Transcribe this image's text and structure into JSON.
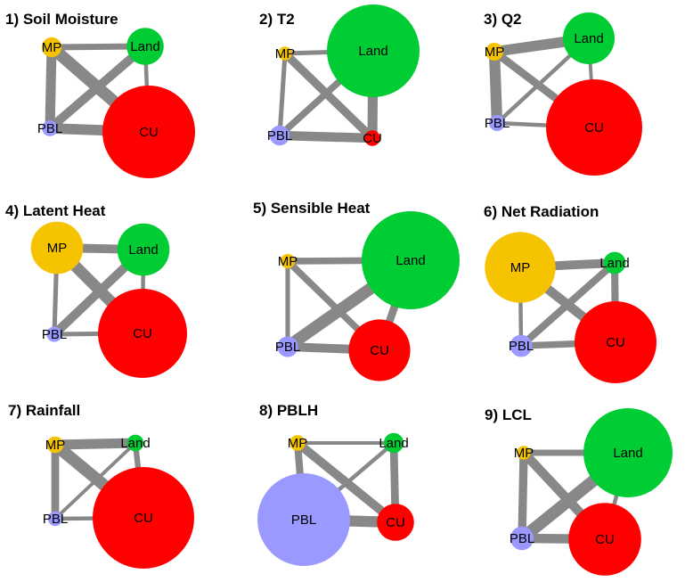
{
  "colors": {
    "MP": "#f6c300",
    "Land": "#00cc33",
    "CU": "#ff0000",
    "PBL": "#9999ff",
    "edge": "#888888"
  },
  "panels": [
    {
      "title": "1) Soil Moisture",
      "nodes": [
        {
          "id": "MP",
          "label": "MP",
          "size": 0.15
        },
        {
          "id": "Land",
          "label": "Land",
          "size": 0.35
        },
        {
          "id": "PBL",
          "label": "PBL",
          "size": 0.1
        },
        {
          "id": "CU",
          "label": "CU",
          "size": 1.0
        }
      ],
      "edges": [
        {
          "a": "MP",
          "b": "Land",
          "weight": 0.45
        },
        {
          "a": "MP",
          "b": "PBL",
          "weight": 0.8
        },
        {
          "a": "MP",
          "b": "CU",
          "weight": 1.0
        },
        {
          "a": "PBL",
          "b": "Land",
          "weight": 0.7
        },
        {
          "a": "PBL",
          "b": "CU",
          "weight": 0.85
        },
        {
          "a": "Land",
          "b": "CU",
          "weight": 0.25
        }
      ]
    },
    {
      "title": "2) T2",
      "nodes": [
        {
          "id": "MP",
          "label": "MP",
          "size": 0.08
        },
        {
          "id": "Land",
          "label": "Land",
          "size": 1.0
        },
        {
          "id": "PBL",
          "label": "PBL",
          "size": 0.15
        },
        {
          "id": "CU",
          "label": "CU",
          "size": 0.1
        }
      ],
      "edges": [
        {
          "a": "MP",
          "b": "Land",
          "weight": 0.3
        },
        {
          "a": "MP",
          "b": "PBL",
          "weight": 0.3
        },
        {
          "a": "MP",
          "b": "CU",
          "weight": 0.65
        },
        {
          "a": "PBL",
          "b": "Land",
          "weight": 0.5
        },
        {
          "a": "PBL",
          "b": "CU",
          "weight": 0.75
        },
        {
          "a": "Land",
          "b": "CU",
          "weight": 0.8
        }
      ]
    },
    {
      "title": "3) Q2",
      "nodes": [
        {
          "id": "MP",
          "label": "MP",
          "size": 0.12
        },
        {
          "id": "Land",
          "label": "Land",
          "size": 0.5
        },
        {
          "id": "PBL",
          "label": "PBL",
          "size": 0.1
        },
        {
          "id": "CU",
          "label": "CU",
          "size": 1.0
        }
      ],
      "edges": [
        {
          "a": "MP",
          "b": "Land",
          "weight": 0.85
        },
        {
          "a": "MP",
          "b": "PBL",
          "weight": 0.9
        },
        {
          "a": "MP",
          "b": "CU",
          "weight": 0.6
        },
        {
          "a": "PBL",
          "b": "Land",
          "weight": 0.25
        },
        {
          "a": "PBL",
          "b": "CU",
          "weight": 0.25
        },
        {
          "a": "Land",
          "b": "CU",
          "weight": 0.2
        }
      ]
    },
    {
      "title": "4) Latent Heat",
      "nodes": [
        {
          "id": "MP",
          "label": "MP",
          "size": 0.55
        },
        {
          "id": "Land",
          "label": "Land",
          "size": 0.55
        },
        {
          "id": "PBL",
          "label": "PBL",
          "size": 0.1
        },
        {
          "id": "CU",
          "label": "CU",
          "size": 1.0
        }
      ],
      "edges": [
        {
          "a": "MP",
          "b": "Land",
          "weight": 0.7
        },
        {
          "a": "MP",
          "b": "PBL",
          "weight": 0.3
        },
        {
          "a": "MP",
          "b": "CU",
          "weight": 0.95
        },
        {
          "a": "PBL",
          "b": "Land",
          "weight": 0.7
        },
        {
          "a": "PBL",
          "b": "CU",
          "weight": 0.3
        },
        {
          "a": "Land",
          "b": "CU",
          "weight": 0.25
        }
      ]
    },
    {
      "title": "5) Sensible Heat",
      "nodes": [
        {
          "id": "MP",
          "label": "MP",
          "size": 0.08
        },
        {
          "id": "Land",
          "label": "Land",
          "size": 1.0
        },
        {
          "id": "PBL",
          "label": "PBL",
          "size": 0.15
        },
        {
          "id": "CU",
          "label": "CU",
          "size": 0.6
        }
      ],
      "edges": [
        {
          "a": "MP",
          "b": "Land",
          "weight": 0.5
        },
        {
          "a": "MP",
          "b": "PBL",
          "weight": 0.3
        },
        {
          "a": "MP",
          "b": "CU",
          "weight": 0.5
        },
        {
          "a": "PBL",
          "b": "Land",
          "weight": 1.0
        },
        {
          "a": "PBL",
          "b": "CU",
          "weight": 0.7
        },
        {
          "a": "Land",
          "b": "CU",
          "weight": 0.6
        }
      ]
    },
    {
      "title": "6) Net Radiation",
      "nodes": [
        {
          "id": "MP",
          "label": "MP",
          "size": 0.85
        },
        {
          "id": "Land",
          "label": "Land",
          "size": 0.2
        },
        {
          "id": "PBL",
          "label": "PBL",
          "size": 0.2
        },
        {
          "id": "CU",
          "label": "CU",
          "size": 1.0
        }
      ],
      "edges": [
        {
          "a": "MP",
          "b": "Land",
          "weight": 0.7
        },
        {
          "a": "MP",
          "b": "PBL",
          "weight": 0.25
        },
        {
          "a": "MP",
          "b": "CU",
          "weight": 0.75
        },
        {
          "a": "PBL",
          "b": "Land",
          "weight": 0.55
        },
        {
          "a": "PBL",
          "b": "CU",
          "weight": 0.5
        },
        {
          "a": "Land",
          "b": "CU",
          "weight": 0.55
        }
      ]
    },
    {
      "title": "7) Rainfall",
      "nodes": [
        {
          "id": "MP",
          "label": "MP",
          "size": 0.1
        },
        {
          "id": "Land",
          "label": "Land",
          "size": 0.1
        },
        {
          "id": "PBL",
          "label": "PBL",
          "size": 0.08
        },
        {
          "id": "CU",
          "label": "CU",
          "size": 1.0
        }
      ],
      "edges": [
        {
          "a": "MP",
          "b": "Land",
          "weight": 0.8
        },
        {
          "a": "MP",
          "b": "PBL",
          "weight": 0.6
        },
        {
          "a": "MP",
          "b": "CU",
          "weight": 1.0
        },
        {
          "a": "PBL",
          "b": "Land",
          "weight": 0.2
        },
        {
          "a": "PBL",
          "b": "CU",
          "weight": 0.25
        },
        {
          "a": "Land",
          "b": "CU",
          "weight": 0.4
        }
      ]
    },
    {
      "title": "8) PBLH",
      "nodes": [
        {
          "id": "MP",
          "label": "MP",
          "size": 0.1
        },
        {
          "id": "Land",
          "label": "Land",
          "size": 0.15
        },
        {
          "id": "PBL",
          "label": "PBL",
          "size": 1.0
        },
        {
          "id": "CU",
          "label": "CU",
          "size": 0.35
        }
      ],
      "edges": [
        {
          "a": "MP",
          "b": "Land",
          "weight": 0.2
        },
        {
          "a": "MP",
          "b": "PBL",
          "weight": 0.55
        },
        {
          "a": "MP",
          "b": "CU",
          "weight": 0.7
        },
        {
          "a": "PBL",
          "b": "Land",
          "weight": 0.25
        },
        {
          "a": "PBL",
          "b": "CU",
          "weight": 0.9
        },
        {
          "a": "Land",
          "b": "CU",
          "weight": 0.6
        }
      ]
    },
    {
      "title": "9) LCL",
      "nodes": [
        {
          "id": "MP",
          "label": "MP",
          "size": 0.08
        },
        {
          "id": "Land",
          "label": "Land",
          "size": 1.0
        },
        {
          "id": "PBL",
          "label": "PBL",
          "size": 0.2
        },
        {
          "id": "CU",
          "label": "CU",
          "size": 0.8
        }
      ],
      "edges": [
        {
          "a": "MP",
          "b": "Land",
          "weight": 0.45
        },
        {
          "a": "MP",
          "b": "PBL",
          "weight": 0.65
        },
        {
          "a": "MP",
          "b": "CU",
          "weight": 0.75
        },
        {
          "a": "PBL",
          "b": "Land",
          "weight": 1.0
        },
        {
          "a": "PBL",
          "b": "CU",
          "weight": 0.75
        },
        {
          "a": "Land",
          "b": "CU",
          "weight": 0.25
        }
      ]
    }
  ]
}
